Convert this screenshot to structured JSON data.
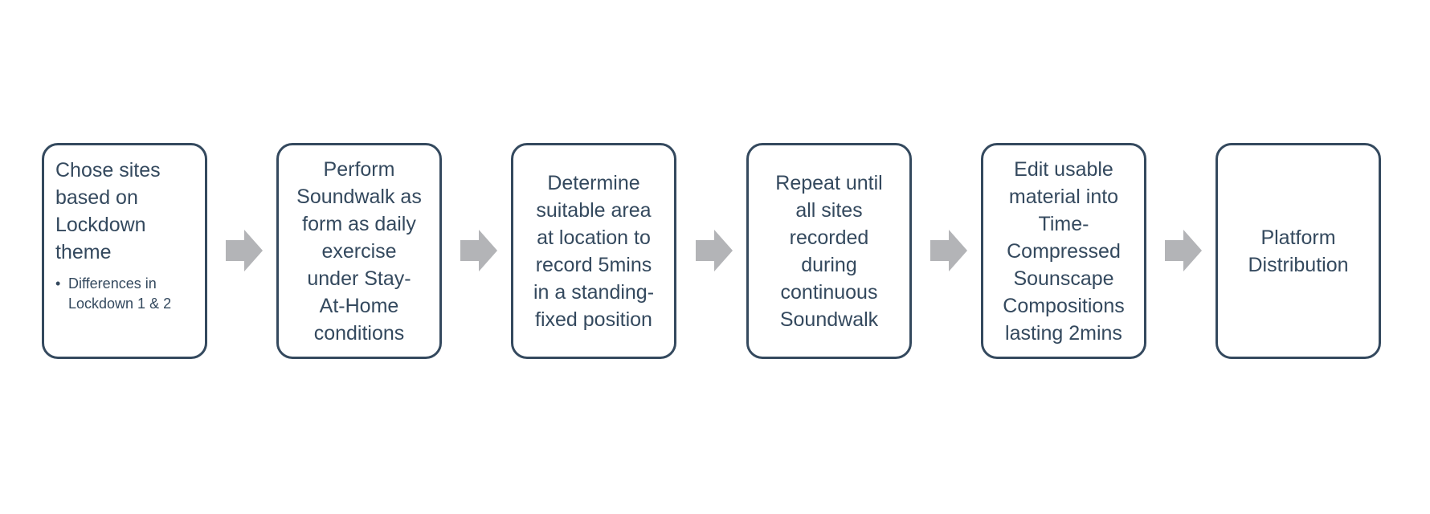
{
  "diagram": {
    "steps": [
      {
        "id": "choose-sites",
        "text": "Chose sites\nbased on\nLockdown\ntheme",
        "bullets": [
          "Differences in\nLockdown 1 & 2"
        ]
      },
      {
        "id": "perform-soundwalk",
        "text": "Perform\nSoundwalk as\nform as daily\nexercise\nunder Stay-\nAt-Home\nconditions"
      },
      {
        "id": "determine-area",
        "text": "Determine\nsuitable area\nat location to\nrecord 5mins\nin a standing-\nfixed position"
      },
      {
        "id": "repeat-sites",
        "text": "Repeat until\nall sites\nrecorded\nduring\ncontinuous\nSoundwalk"
      },
      {
        "id": "edit-material",
        "text": "Edit usable\nmaterial into\nTime-\nCompressed\nSounscape\nCompositions\nlasting 2mins"
      },
      {
        "id": "platform-distribution",
        "text": "Platform\nDistribution"
      }
    ],
    "colors": {
      "box_border": "#34495e",
      "box_text": "#34495e",
      "arrow_fill": "#b3b4b7",
      "background": "#ffffff"
    },
    "connector_icon": "right-arrow-icon"
  }
}
